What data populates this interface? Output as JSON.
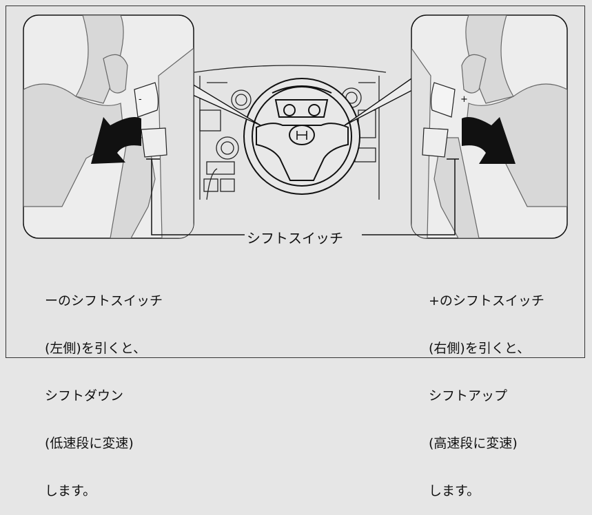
{
  "callout_label": "シフトスイッチ",
  "left_caption": [
    "ーのシフトスイッチ",
    "(左側)を引くと、",
    "シフトダウン",
    "(低速段に変速)",
    "します。"
  ],
  "right_caption": [
    "+のシフトスイッチ",
    "(右側)を引くと、",
    "シフトアップ",
    "(高速段に変速)",
    "します。"
  ],
  "paddle_marks": {
    "left": "-",
    "right": "+"
  },
  "colors": {
    "background": "#e4e4e4",
    "panel": "#ededed",
    "hand": "#d8d8d8",
    "arrow": "#111111"
  }
}
